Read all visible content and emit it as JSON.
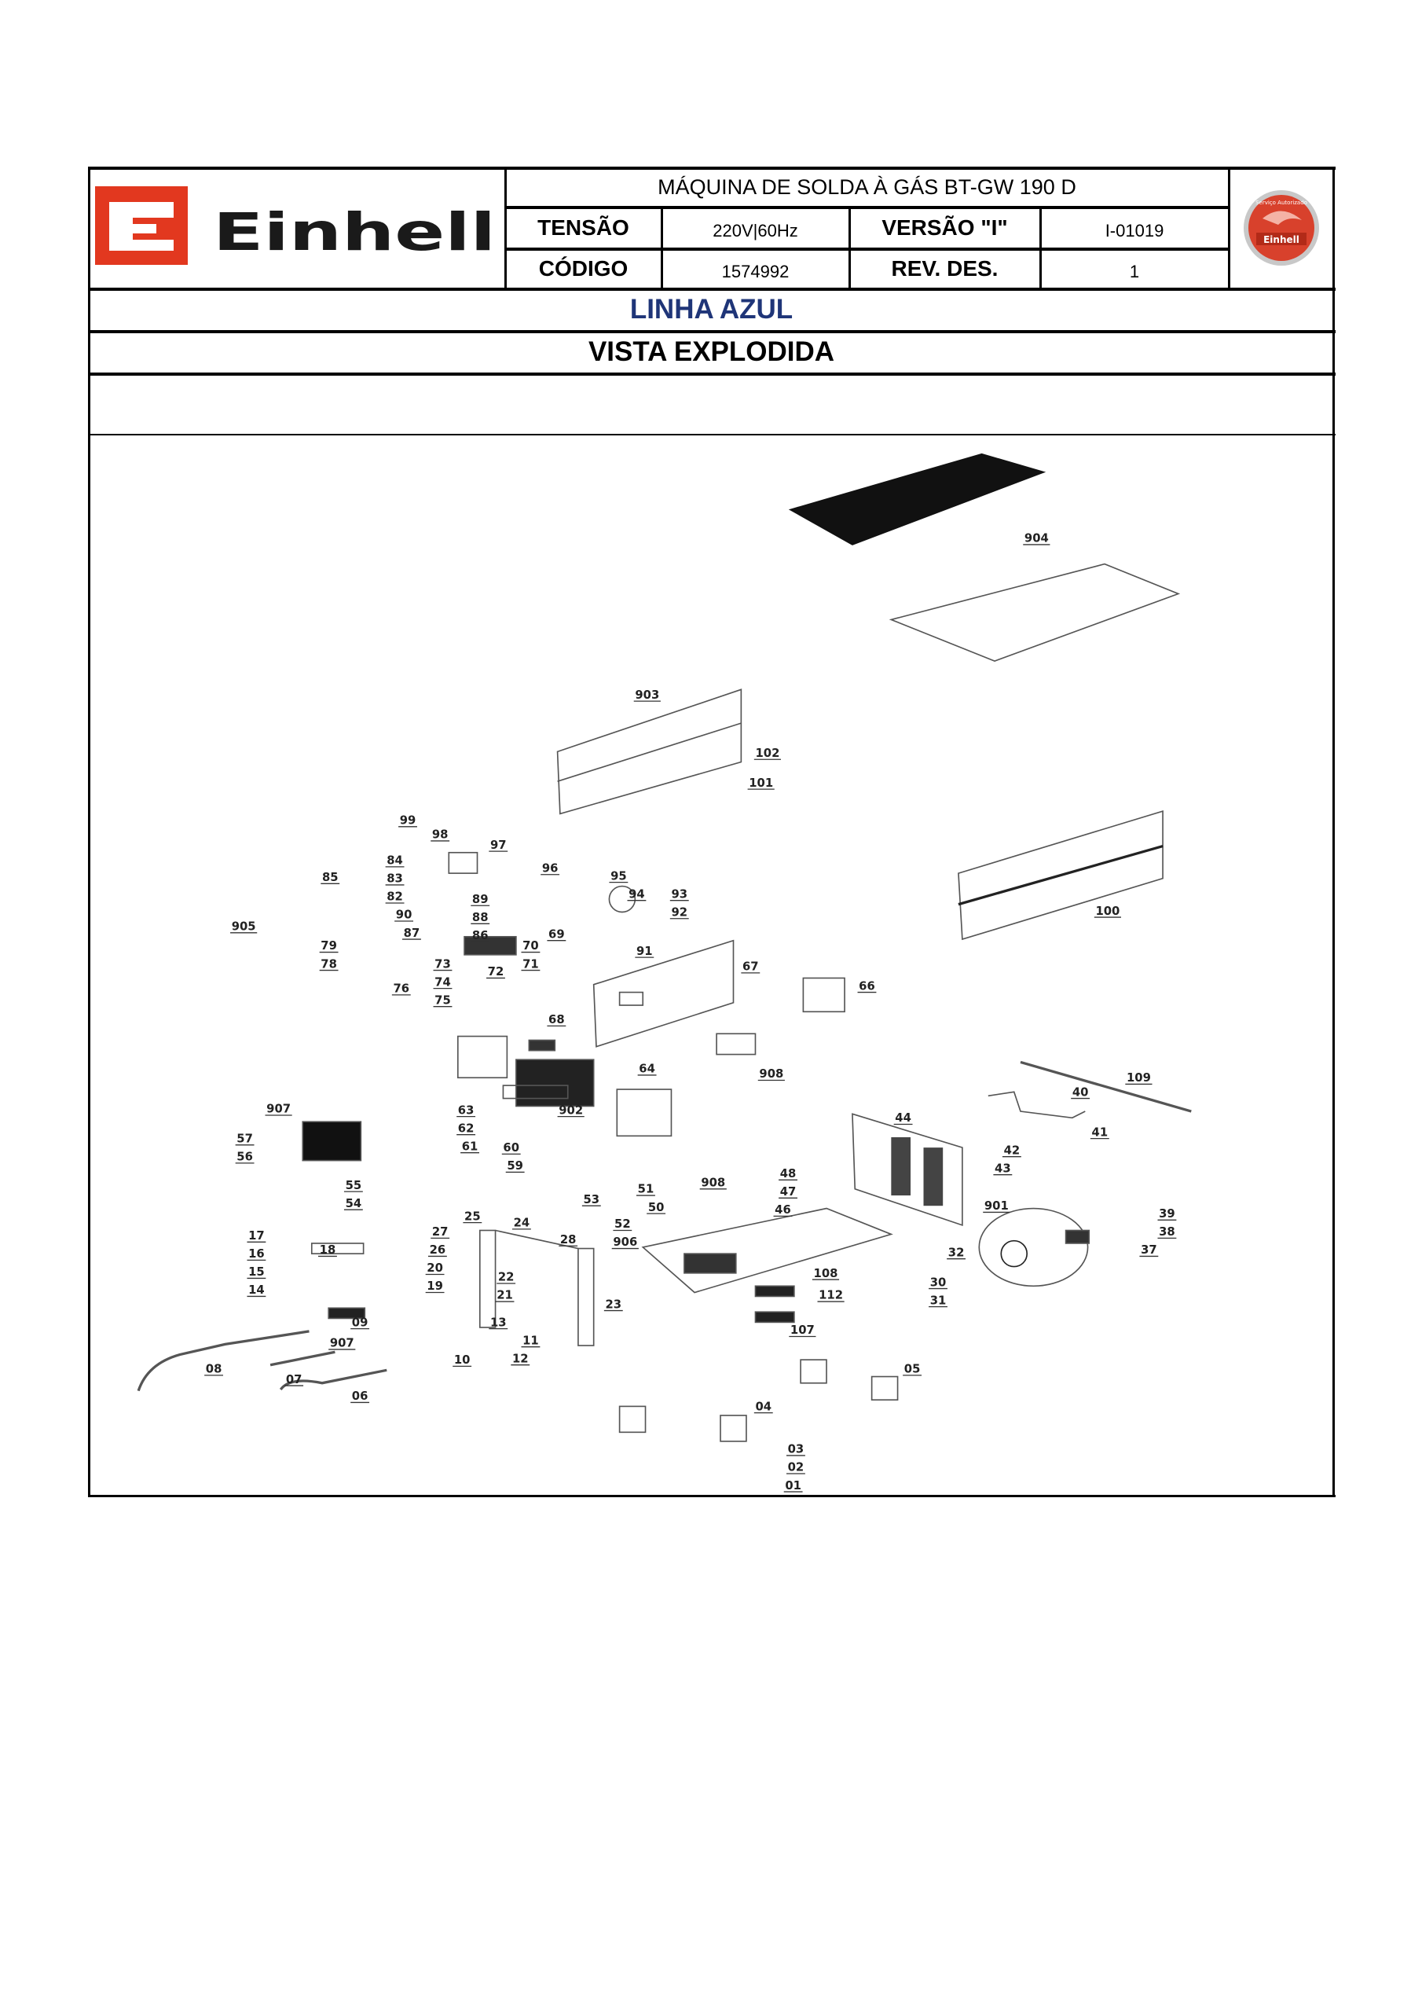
{
  "header": {
    "brand": "Einhell",
    "seal_text": [
      "Serviço Autorizado",
      "Einhell"
    ],
    "product_title": "MÁQUINA DE SOLDA À GÁS BT-GW 190 D",
    "tensao_label": "TENSÃO",
    "tensao_value": "220V|60Hz",
    "versao_label": "VERSÃO \"I\"",
    "versao_value": "I-01019",
    "codigo_label": "CÓDIGO",
    "codigo_value": "1574992",
    "rev_label": "REV. DES.",
    "rev_value": "1"
  },
  "line_name": "LINHA AZUL",
  "section_title": "VISTA EXPLODIDA",
  "colors": {
    "brand_red": "#e2381f",
    "line_blue": "#1f3578",
    "border": "#000000"
  },
  "diagram": {
    "part_labels": [
      "904",
      "903",
      "102",
      "101",
      "99",
      "98",
      "97",
      "96",
      "95",
      "94",
      "93",
      "92",
      "85",
      "84",
      "83",
      "82",
      "90",
      "89",
      "88",
      "86",
      "905",
      "87",
      "69",
      "70",
      "71",
      "79",
      "78",
      "73",
      "74",
      "75",
      "72",
      "76",
      "91",
      "67",
      "66",
      "68",
      "100",
      "64",
      "908",
      "109",
      "907",
      "40",
      "902",
      "63",
      "62",
      "61",
      "60",
      "59",
      "44",
      "41",
      "57",
      "56",
      "42",
      "43",
      "55",
      "54",
      "48",
      "47",
      "46",
      "51",
      "908",
      "50",
      "53",
      "901",
      "39",
      "38",
      "37",
      "25",
      "24",
      "52",
      "906",
      "27",
      "28",
      "17",
      "16",
      "15",
      "14",
      "26",
      "18",
      "20",
      "32",
      "19",
      "22",
      "108",
      "30",
      "21",
      "31",
      "23",
      "112",
      "09",
      "13",
      "107",
      "907",
      "11",
      "12",
      "10",
      "05",
      "08",
      "07",
      "06",
      "04",
      "03",
      "02",
      "01"
    ]
  }
}
